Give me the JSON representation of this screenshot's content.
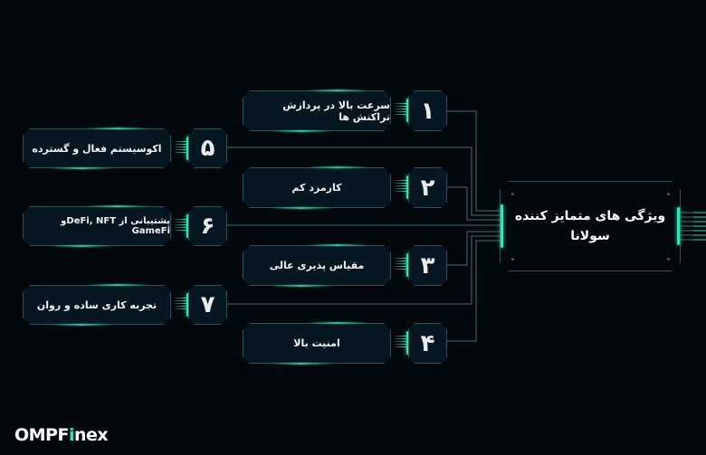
{
  "diagram": {
    "title_line1": "ویژگی های متمایز کننده",
    "title_line2": "سولانا",
    "features": [
      {
        "number": "۱",
        "label": "سرعت بالا در پردازش تراکنش ها"
      },
      {
        "number": "۲",
        "label": "کارمزد کم"
      },
      {
        "number": "۳",
        "label": "مقیاس پذیری عالی"
      },
      {
        "number": "۴",
        "label": "امنیت بالا"
      },
      {
        "number": "۵",
        "label": "اکوسیستم فعال و گسترده"
      },
      {
        "number": "۶",
        "label": "پشتیبانی از DeFi, NFTو GameFi"
      },
      {
        "number": "۷",
        "label": "تجربه کاری ساده و روان"
      }
    ]
  },
  "brand": {
    "logo_prefix": "OMPF",
    "logo_accent": "i",
    "logo_suffix": "nex"
  },
  "colors": {
    "background": "#03080d",
    "card": "#071722",
    "border": "#2e5158",
    "accent": "#2ee6b4",
    "trace": "#3d6f73"
  }
}
